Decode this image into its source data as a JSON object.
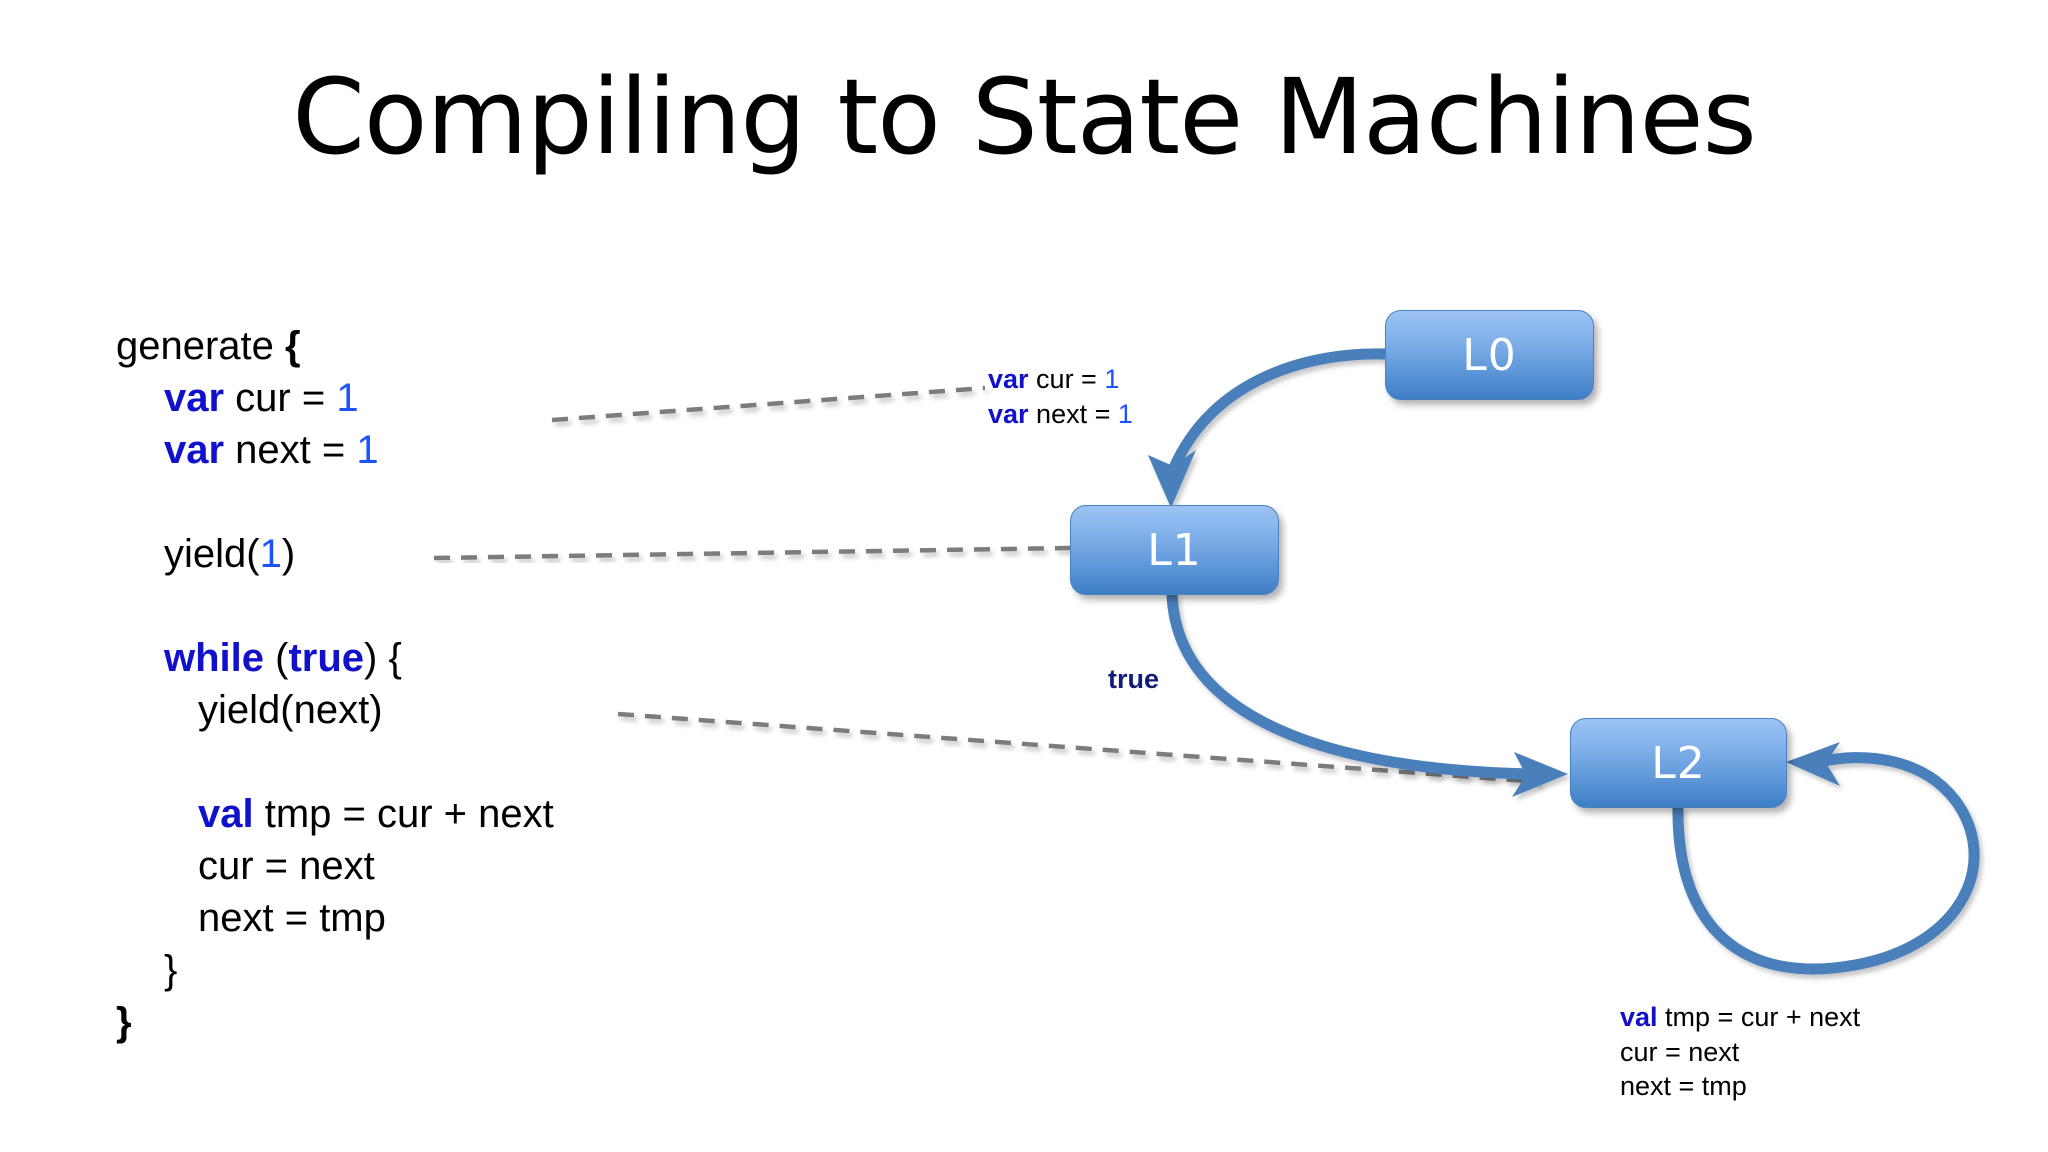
{
  "slide": {
    "title": "Compiling to State Machines",
    "background_color": "#ffffff"
  },
  "code_panel": {
    "name": "source-code",
    "lines": [
      {
        "indent": 0,
        "tokens": [
          {
            "t": "generate ",
            "s": "plain"
          },
          {
            "t": "{",
            "s": "brace"
          }
        ]
      },
      {
        "indent": 1,
        "tokens": [
          {
            "t": "var",
            "s": "kw"
          },
          {
            "t": " cur = ",
            "s": "plain"
          },
          {
            "t": "1",
            "s": "num"
          }
        ]
      },
      {
        "indent": 1,
        "tokens": [
          {
            "t": "var",
            "s": "kw"
          },
          {
            "t": " next = ",
            "s": "plain"
          },
          {
            "t": "1",
            "s": "num"
          }
        ]
      },
      {
        "indent": 0,
        "tokens": []
      },
      {
        "indent": 1,
        "tokens": [
          {
            "t": "yield(",
            "s": "plain"
          },
          {
            "t": "1",
            "s": "num"
          },
          {
            "t": ")",
            "s": "plain"
          }
        ]
      },
      {
        "indent": 0,
        "tokens": []
      },
      {
        "indent": 1,
        "tokens": [
          {
            "t": "while",
            "s": "kw"
          },
          {
            "t": " (",
            "s": "plain"
          },
          {
            "t": "true",
            "s": "kw"
          },
          {
            "t": ") {",
            "s": "plain"
          }
        ]
      },
      {
        "indent": 2,
        "tokens": [
          {
            "t": "yield(next)",
            "s": "plain"
          }
        ]
      },
      {
        "indent": 0,
        "tokens": []
      },
      {
        "indent": 2,
        "tokens": [
          {
            "t": "val",
            "s": "kw"
          },
          {
            "t": " tmp = cur + next",
            "s": "plain"
          }
        ]
      },
      {
        "indent": 2,
        "tokens": [
          {
            "t": "cur = next",
            "s": "plain"
          }
        ]
      },
      {
        "indent": 2,
        "tokens": [
          {
            "t": "next = tmp",
            "s": "plain"
          }
        ]
      },
      {
        "indent": 1,
        "tokens": [
          {
            "t": "}",
            "s": "plain"
          }
        ]
      },
      {
        "indent": 0,
        "tokens": [
          {
            "t": "}",
            "s": "brace"
          }
        ]
      }
    ]
  },
  "state_machine": {
    "nodes": [
      {
        "id": "L0",
        "label": "L0"
      },
      {
        "id": "L1",
        "label": "L1"
      },
      {
        "id": "L2",
        "label": "L2"
      }
    ],
    "edges": [
      {
        "from": "L0",
        "to": "L1",
        "label": ""
      },
      {
        "from": "L1",
        "to": "L2",
        "label": "true"
      },
      {
        "from": "L2",
        "to": "L2",
        "label": ""
      }
    ],
    "edge_color": "#4a7fba",
    "node_fill_top": "#9cc3f2",
    "node_fill_bottom": "#3d7ec4",
    "node_border": "#4a82c0",
    "node_text_color": "#ffffff",
    "leader_line_color": "#7c7c7c"
  },
  "annotations": {
    "init_block": {
      "lines": [
        [
          {
            "t": "var",
            "s": "kw"
          },
          {
            "t": " cur = ",
            "s": "plain"
          },
          {
            "t": "1",
            "s": "num"
          }
        ],
        [
          {
            "t": "var",
            "s": "kw"
          },
          {
            "t": " next = ",
            "s": "plain"
          },
          {
            "t": "1",
            "s": "num"
          }
        ]
      ]
    },
    "body_block": {
      "lines": [
        [
          {
            "t": "val",
            "s": "kw"
          },
          {
            "t": " tmp = cur + next",
            "s": "plain"
          }
        ],
        [
          {
            "t": "cur = next",
            "s": "plain"
          }
        ],
        [
          {
            "t": "next = tmp",
            "s": "plain"
          }
        ]
      ]
    },
    "true_label": "true"
  }
}
